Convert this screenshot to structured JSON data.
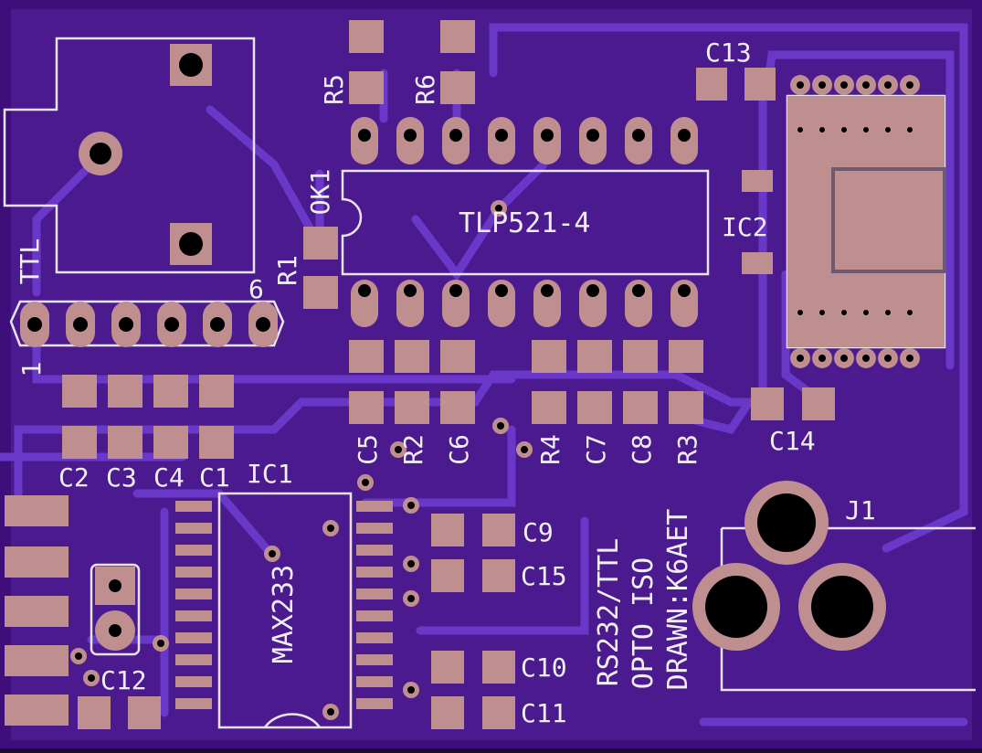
{
  "board": {
    "colors": {
      "substrate": "#3e0f7a",
      "copper": "#4d1d94",
      "trace": "#6a38c9",
      "pad": "#bf8f8f",
      "hole": "#000000",
      "silk": "#f1eef6"
    }
  },
  "labels": {
    "r5": "R5",
    "r6": "R6",
    "c13": "C13",
    "ok1": "OK1",
    "tlp": "TLP521-4",
    "ic2": "IC2",
    "ttl": "TTL",
    "pin6": "6",
    "r1": "R1",
    "pin1": "1",
    "c5": "C5",
    "r2": "R2",
    "c6": "C6",
    "r4": "R4",
    "c7": "C7",
    "c8": "C8",
    "r3": "R3",
    "c14": "C14",
    "c2": "C2",
    "c3": "C3",
    "c4": "C4",
    "c1": "C1",
    "ic1": "IC1",
    "max233": "MAX233",
    "c9": "C9",
    "c15": "C15",
    "c10": "C10",
    "c11": "C11",
    "c12": "C12",
    "j1": "J1",
    "note1": "RS232/TTL",
    "note2": "OPTO ISO",
    "note3": "DRAWN:K6AET"
  }
}
